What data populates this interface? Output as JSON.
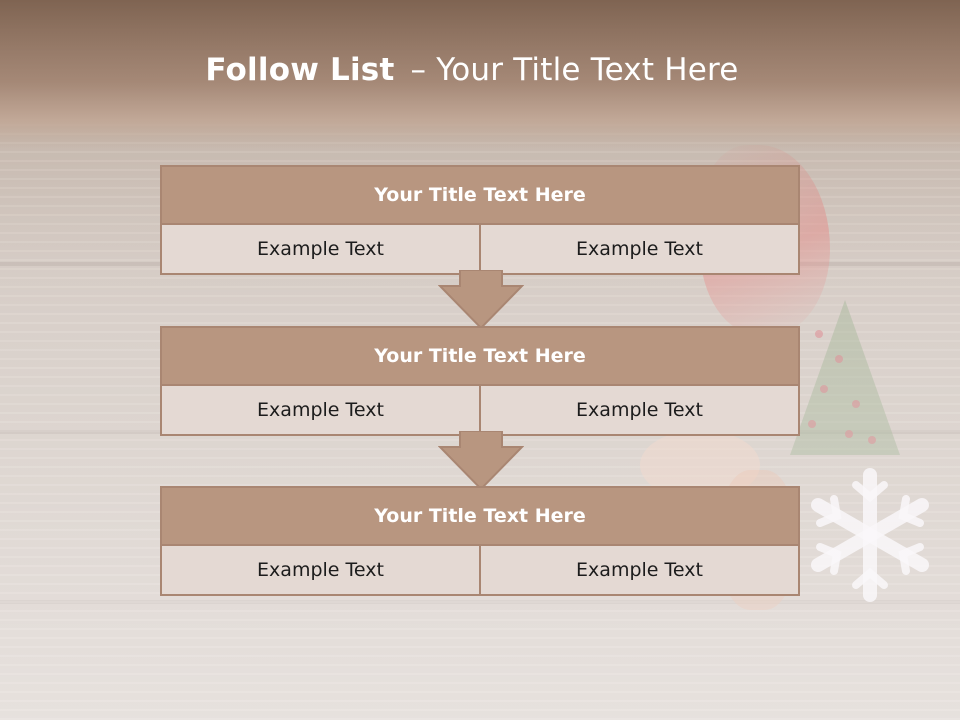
{
  "slide": {
    "title_bold": "Follow List",
    "title_separator": "–",
    "title_rest": "Your Title Text Here"
  },
  "blocks": [
    {
      "title": "Your Title Text Here",
      "left": "Example Text",
      "right": "Example Text"
    },
    {
      "title": "Your Title Text Here",
      "left": "Example Text",
      "right": "Example Text"
    },
    {
      "title": "Your Title Text Here",
      "left": "Example Text",
      "right": "Example Text"
    }
  ],
  "colors": {
    "header_fill": "#b89680",
    "border": "#a98672",
    "cell_fill": "#e4d9d3",
    "title_text": "#ffffff",
    "cell_text": "#1c1c1c"
  }
}
